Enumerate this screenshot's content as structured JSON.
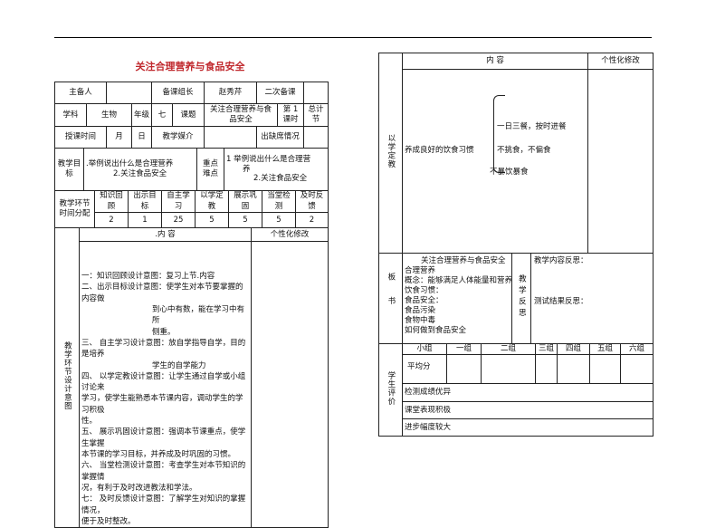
{
  "title": "关注合理营养与食品安全",
  "left": {
    "row1": {
      "preparer_label": "主备人",
      "group_leader_label": "备课组长",
      "group_leader": "赵秀芹",
      "second_prep_label": "二次备课"
    },
    "row2": {
      "subject_label": "学科",
      "subject": "生物",
      "grade_label": "年级",
      "grade": "七",
      "topic_label": "课题",
      "topic": "关注合理营养与食品安全",
      "lesson_no": "第 1 课时",
      "total_label": "总计 节"
    },
    "row3": {
      "time_label": "授课时间",
      "month": "月",
      "day": "日",
      "media_label": "教学媒介",
      "absence_label": "出缺席情况"
    },
    "row4": {
      "goals_label": "教学目标",
      "goals": [
        ".举例说出什么是合理营养",
        "2.关注食品安全"
      ],
      "key_label": "重点难点",
      "key_points": [
        "1 举例说出什么是合理营",
        "养",
        "2.关注食品安全"
      ]
    },
    "row5": {
      "label": "教学环节时间分配",
      "headers": [
        "知识回顾",
        "出示目标",
        "自主学习",
        "以学定教",
        "展示巩固",
        "当堂检测",
        "及时反馈"
      ],
      "values": [
        "2",
        "1",
        "25",
        "5",
        "5",
        "5",
        "2"
      ]
    },
    "row6": {
      "section_label": "教学环节设计意图",
      "content_label": ".内 容",
      "personal_label": "个性化修改",
      "steps": [
        {
          "text": "一：知识回顾设计意图：复习上节.内容"
        },
        {
          "text": "二、出示目标设计意图：使学生对本节要掌握的内容做"
        },
        {
          "text": "到心中有数，能在学习中有所",
          "indent": true
        },
        {
          "text": "侧重。",
          "indent": true
        },
        {
          "text": "三、 自主学习设计意图：放自学指导自学，目的是培养"
        },
        {
          "text": "学生的自学能力",
          "indent": true
        },
        {
          "text": "四、 以学定教设计意图：让学生通过自学或小组讨论来"
        },
        {
          "text": "学习，使学生能熟悉本节课内容，调动学生的学习积极"
        },
        {
          "text": "性。"
        },
        {
          "text": "五、 展示巩固设计意图：强调本节课重点，使学生掌握"
        },
        {
          "text": "本节课的学习目标，并养成及时巩固的习惯。"
        },
        {
          "text": "六、 当堂检测设计意图：考查学生对本节知识的掌握情"
        },
        {
          "text": "况，有利于及时改进教法和学法。"
        },
        {
          "text": "七： 及时反馈设计意图：了解学生对知识的掌握情况，"
        },
        {
          "text": "便于及时整改。"
        }
      ]
    }
  },
  "right": {
    "header": {
      "content_label": "内 容",
      "personal_label": "个性化修改"
    },
    "teach": {
      "label": "以学定教",
      "habit": "养成良好的饮食习惯",
      "items": [
        "一日三餐，按时进餐",
        "不挑食，不偏食",
        "不暴饮暴食"
      ]
    },
    "board": {
      "label": "板书",
      "lines": [
        "关注合理营养与食品安全",
        "合理营养",
        "概念：能够满足人体能量和营养",
        "饮食习惯：",
        "食品安全：",
        "食品污染",
        "食物中毒",
        "如何做到食品安全"
      ],
      "reflection_label": "教学反思",
      "content_reflection": "教学内容反思：",
      "result_reflection": "测试结果反思："
    },
    "eval": {
      "label": "学生评价",
      "groups": [
        "小组",
        "一组",
        "二组",
        "三组",
        "四组",
        "五组",
        "六组"
      ],
      "rows": [
        "平均分",
        "检测成绩优异",
        "课堂表现积极",
        "进步幅度较大"
      ]
    }
  }
}
